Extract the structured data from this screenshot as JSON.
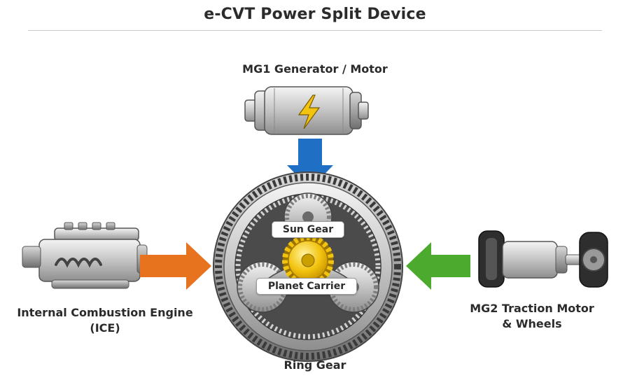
{
  "diagram": {
    "title": "e-CVT Power Split Device",
    "mg1": {
      "label": "MG1 Generator / Motor",
      "arrow_color": "#1f6fc4",
      "icon": "lightning-bolt-icon"
    },
    "ice": {
      "line1": "Internal Combustion Engine",
      "line2": "(ICE)",
      "arrow_color": "#e8731f"
    },
    "mg2": {
      "line1": "MG2 Traction Motor",
      "line2": "& Wheels",
      "arrow_color": "#4cab2f"
    },
    "gearset": {
      "ring_label": "Ring Gear",
      "sun_label": "Sun Gear",
      "carrier_label": "Planet Carrier",
      "sun_color": "#f2c40f"
    }
  }
}
